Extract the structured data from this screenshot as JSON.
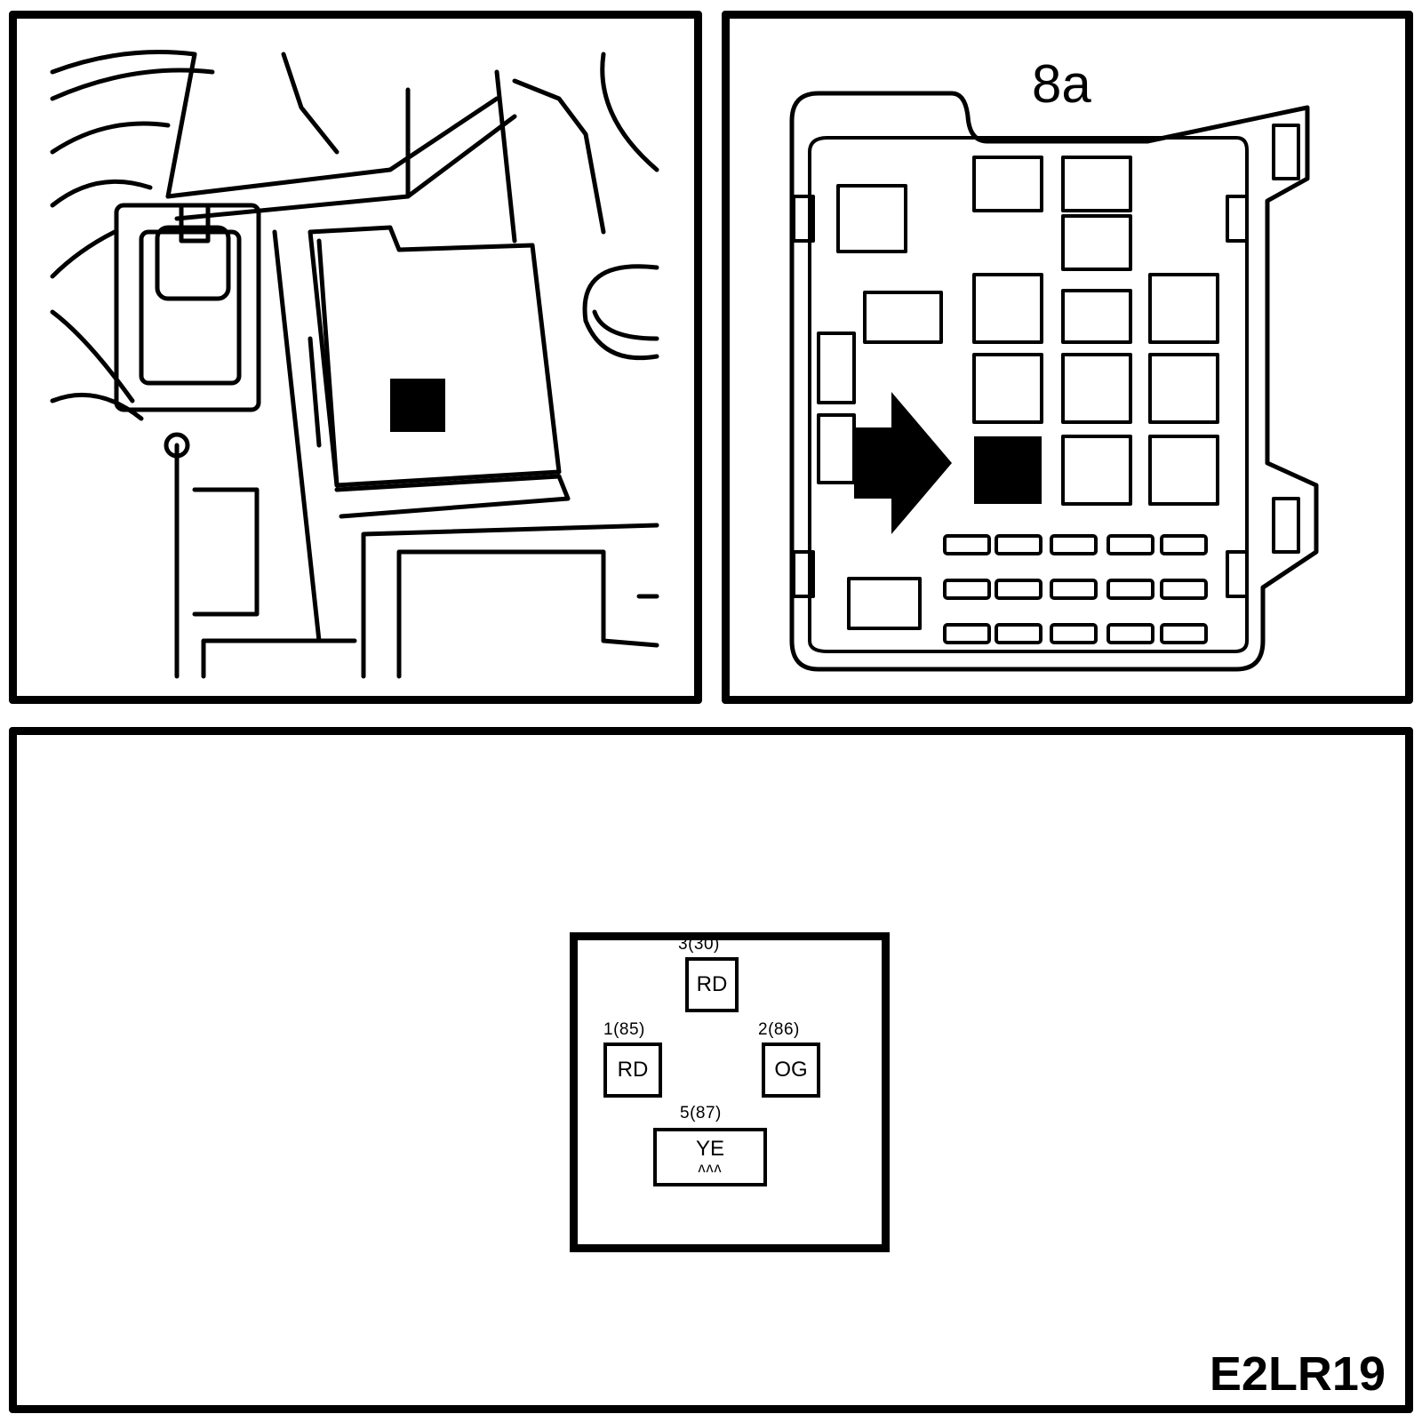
{
  "panels": {
    "engine_bay": {
      "highlighted": "relay location"
    },
    "relay_box": {
      "label": "8a",
      "highlighted_position": {
        "row": 3,
        "column": 1
      }
    },
    "relay": {
      "pins": [
        {
          "number": "3(30)",
          "color": "RD"
        },
        {
          "number": "1(85)",
          "color": "RD"
        },
        {
          "number": "2(86)",
          "color": "OG"
        },
        {
          "number": "5(87)",
          "color": "YE",
          "extra": "ᴧᴧᴧ"
        }
      ]
    },
    "reference": "E2LR19"
  }
}
